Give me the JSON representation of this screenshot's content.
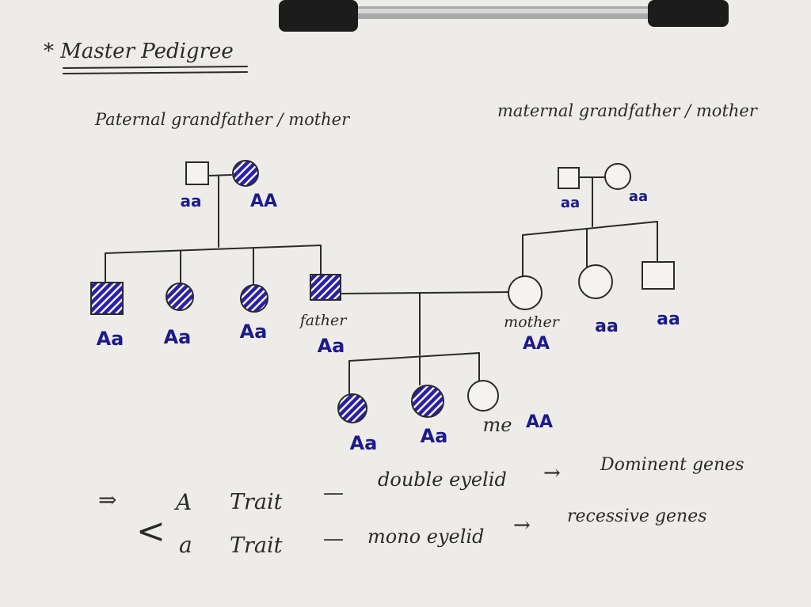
{
  "title": "* Master Pedigree",
  "labels": {
    "paternal": "Paternal grandfather / mother",
    "maternal": "maternal grandfather / mother",
    "father": "father",
    "mother": "mother",
    "me": "me"
  },
  "colors": {
    "affected": "#2b1fa8",
    "ink": "#2a2a2a",
    "genotype": "#1d1a8c"
  },
  "individuals": [
    {
      "id": "pgf",
      "sex": "male",
      "affected": false,
      "genotype": "aa"
    },
    {
      "id": "pgm",
      "sex": "female",
      "affected": true,
      "genotype": "AA"
    },
    {
      "id": "mgf",
      "sex": "male",
      "affected": false,
      "genotype": "aa"
    },
    {
      "id": "mgm",
      "sex": "female",
      "affected": false,
      "genotype": "aa"
    },
    {
      "id": "pc1",
      "sex": "male",
      "affected": true,
      "genotype": "Aa"
    },
    {
      "id": "pc2",
      "sex": "female",
      "affected": true,
      "genotype": "Aa"
    },
    {
      "id": "pc3",
      "sex": "female",
      "affected": true,
      "genotype": "Aa"
    },
    {
      "id": "father",
      "sex": "male",
      "affected": true,
      "genotype": "Aa"
    },
    {
      "id": "mother",
      "sex": "female",
      "affected": false,
      "genotype": "AA"
    },
    {
      "id": "mc2",
      "sex": "female",
      "affected": false,
      "genotype": "aa"
    },
    {
      "id": "mc3",
      "sex": "male",
      "affected": false,
      "genotype": "aa"
    },
    {
      "id": "sib1",
      "sex": "female",
      "affected": true,
      "genotype": "Aa"
    },
    {
      "id": "sib2",
      "sex": "female",
      "affected": true,
      "genotype": "Aa"
    },
    {
      "id": "me",
      "sex": "female",
      "affected": false,
      "genotype": "AA"
    }
  ],
  "legend": {
    "row1": {
      "allele": "A",
      "trait": "Trait",
      "dash": "—",
      "phenotype": "double eyelid",
      "arrow": "→",
      "gene": "Dominent genes"
    },
    "row2": {
      "allele": "a",
      "trait": "Trait",
      "dash": "—",
      "phenotype": "mono eyelid",
      "arrow": "→",
      "gene": "recessive genes"
    },
    "implies": "⇒",
    "brace": "<"
  }
}
